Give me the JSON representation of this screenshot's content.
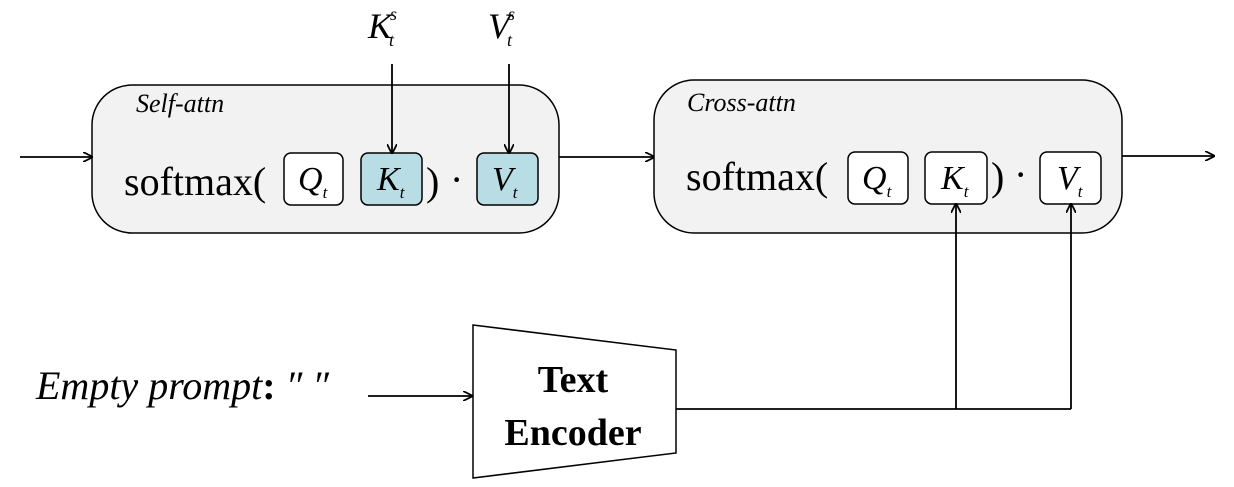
{
  "self_attn": {
    "label": "Self-attn",
    "softmax": "softmax(",
    "close": ")",
    "dot": "·",
    "q": {
      "base": "Q",
      "sub": "t"
    },
    "k": {
      "base": "K",
      "sub": "t"
    },
    "v": {
      "base": "V",
      "sub": "t"
    },
    "fill_highlight": "#b9dde5"
  },
  "self_inputs": {
    "k": {
      "base": "K",
      "sub": "t",
      "sup": "s"
    },
    "v": {
      "base": "V",
      "sub": "t",
      "sup": "s"
    }
  },
  "cross_attn": {
    "label": "Cross-attn",
    "softmax": "softmax(",
    "close": ")",
    "dot": "·",
    "q": {
      "base": "Q",
      "sub": "t"
    },
    "k": {
      "base": "K",
      "sub": "t"
    },
    "v": {
      "base": "V",
      "sub": "t"
    }
  },
  "prompt": {
    "label": "Empty prompt",
    "colon": ":",
    "value": "″ ″"
  },
  "encoder": {
    "line1": "Text",
    "line2": "Encoder"
  },
  "colors": {
    "module_fill": "#f2f2f2",
    "box_fill": "#ffffff",
    "highlight": "#b9dde5",
    "stroke": "#000000"
  }
}
